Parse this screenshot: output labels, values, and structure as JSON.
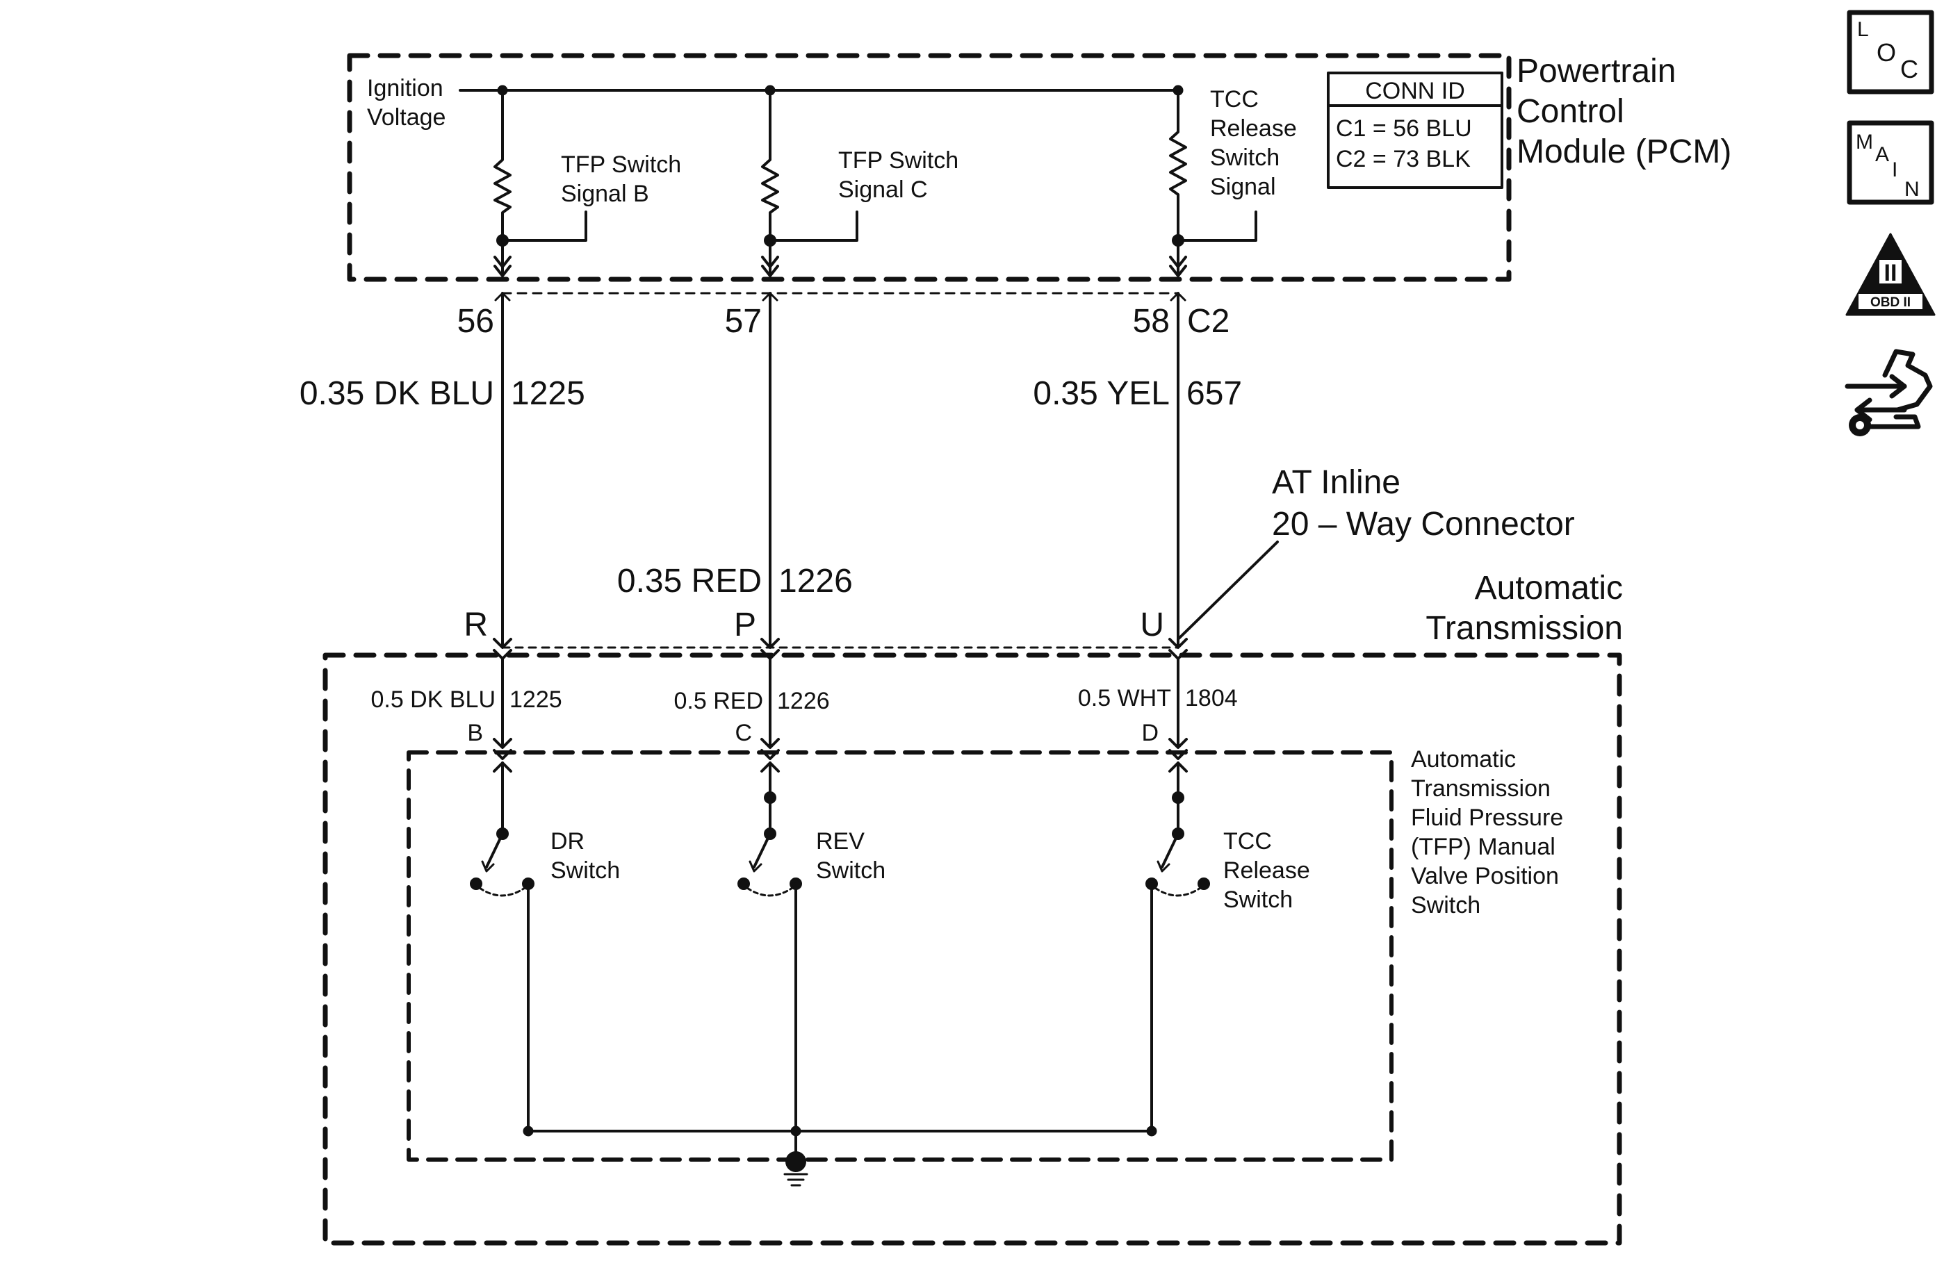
{
  "pcm": {
    "title_lines": [
      "Powertrain",
      "Control",
      "Module (PCM)"
    ],
    "ignition_lines": [
      "Ignition",
      "Voltage"
    ],
    "signal_b_lines": [
      "TFP Switch",
      "Signal B"
    ],
    "signal_c_lines": [
      "TFP Switch",
      "Signal C"
    ],
    "tcc_lines": [
      "TCC",
      "Release",
      "Switch",
      "Signal"
    ]
  },
  "conn_id": {
    "header": "CONN ID",
    "rows": [
      "C1 = 56 BLU",
      "C2 = 73 BLK"
    ]
  },
  "pcm_pins": {
    "pin_56": "56",
    "pin_57": "57",
    "pin_58": "58",
    "connector": "C2"
  },
  "wires_upper": {
    "left": {
      "size_color": "0.35 DK BLU",
      "circuit": "1225"
    },
    "center": {
      "size_color": "0.35 RED",
      "circuit": "1226"
    },
    "right": {
      "size_color": "0.35 YEL",
      "circuit": "657"
    }
  },
  "inline_connector": {
    "label_lines": [
      "AT Inline",
      "20 – Way Connector"
    ],
    "pin_left": "R",
    "pin_center": "P",
    "pin_right": "U"
  },
  "transmission": {
    "label_lines": [
      "Automatic",
      "Transmission"
    ]
  },
  "wires_lower": {
    "left": {
      "size_color": "0.5 DK BLU",
      "circuit": "1225"
    },
    "center": {
      "size_color": "0.5 RED",
      "circuit": "1226"
    },
    "right": {
      "size_color": "0.5 WHT",
      "circuit": "1804"
    }
  },
  "switch_pins": {
    "left": "B",
    "center": "C",
    "right": "D"
  },
  "tfp_switch": {
    "label_lines": [
      "Automatic",
      "Transmission",
      "Fluid Pressure",
      "(TFP) Manual",
      "Valve Position",
      "Switch"
    ]
  },
  "switches": {
    "dr_lines": [
      "DR",
      "Switch"
    ],
    "rev_lines": [
      "REV",
      "Switch"
    ],
    "tcc_lines": [
      "TCC",
      "Release",
      "Switch"
    ]
  },
  "nav_icons": {
    "loc": [
      "L",
      "O",
      "C"
    ],
    "main": [
      "M",
      "A",
      "I",
      "N"
    ],
    "obd": {
      "numeral": "II",
      "caption": "OBD II"
    }
  }
}
